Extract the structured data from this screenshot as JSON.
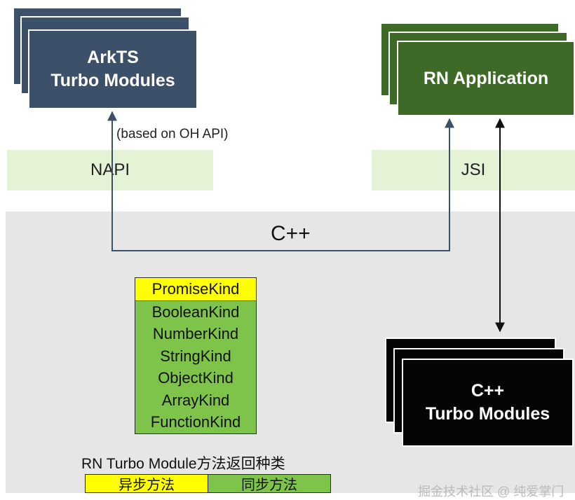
{
  "boxes": {
    "arkts": {
      "line1": "ArkTS",
      "line2": "Turbo Modules",
      "color": "#3d5069"
    },
    "rn_app": {
      "label": "RN Application",
      "color": "#3d6b27"
    },
    "cpp_modules": {
      "line1": "C++",
      "line2": "Turbo Modules",
      "color": "#050505"
    }
  },
  "labels": {
    "oh_api": "(based on OH API)",
    "napi": "NAPI",
    "jsi": "JSI",
    "cpp": "C++"
  },
  "kinds": [
    "PromiseKind",
    "BooleanKind",
    "NumberKind",
    "StringKind",
    "ObjectKind",
    "ArrayKind",
    "FunctionKind"
  ],
  "method_types_title": "RN Turbo Module方法返回种类",
  "legend": {
    "async": "异步方法",
    "sync": "同步方法"
  },
  "colors": {
    "promise": "#ffff00",
    "kind_fill": "#7ec34a",
    "band": "#e4f2d6",
    "cpp_region": "#e6e6e6"
  },
  "watermark": "掘金技术社区 @ 纯爱掌门"
}
